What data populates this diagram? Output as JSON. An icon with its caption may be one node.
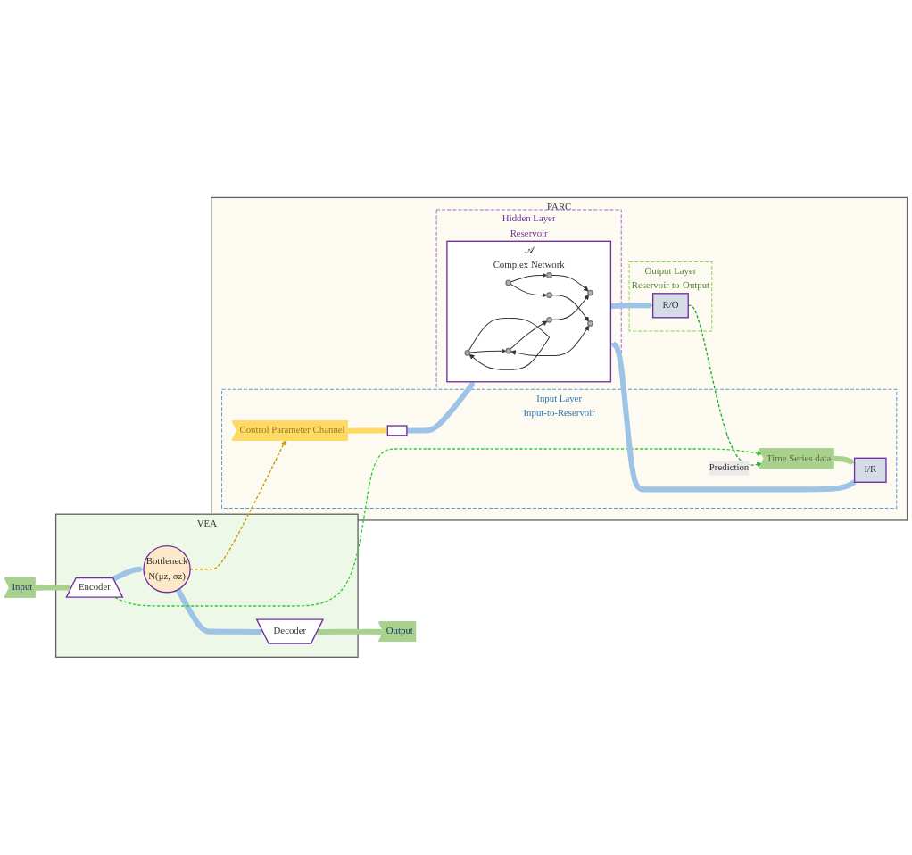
{
  "diagram": {
    "nodes": [
      {
        "text": [
          "VEA"
        ]
      },
      {
        "text": [
          "Input"
        ]
      },
      {
        "text": [
          "Encoder"
        ],
        "in": 0
      },
      {
        "text": [
          "Bottleneck",
          "N(μz, σz)"
        ],
        "in": 0
      },
      {
        "text": [
          "Decoder"
        ],
        "in": 0
      },
      {
        "text": [
          "Output"
        ]
      },
      {
        "text": [
          "PARC"
        ]
      },
      {
        "text": [
          "Input Layer",
          "Input-to-Reservoir"
        ],
        "in": 6
      },
      {
        "text": [
          "Control Parameter Channel"
        ],
        "in": 7
      },
      {
        "text": [],
        "shape": "box",
        "in": 7
      },
      {
        "text": [
          "Time Series data"
        ],
        "in": 7
      },
      {
        "text": [
          "I/R"
        ],
        "in": 7
      },
      {
        "text": [
          "Hidden Layer",
          "Reservoir"
        ],
        "in": 6
      },
      {
        "text": [
          "𝒜",
          "Complex Network"
        ],
        "in": 12
      },
      {
        "text": [],
        "shape": "circle",
        "in": 13
      },
      {
        "text": [],
        "shape": "circle",
        "in": 13
      },
      {
        "text": [],
        "shape": "circle",
        "in": 13
      },
      {
        "text": [],
        "shape": "circle",
        "in": 13
      },
      {
        "text": [],
        "shape": "circle",
        "in": 13
      },
      {
        "text": [],
        "shape": "circle",
        "in": 13
      },
      {
        "text": [],
        "shape": "circle",
        "in": 13
      },
      {
        "text": [],
        "shape": "circle",
        "in": 13
      },
      {
        "text": [
          "Output Layer",
          "Reservoir-to-Output"
        ],
        "in": 6
      },
      {
        "text": [
          "R/O"
        ],
        "in": 22
      }
    ],
    "edges": [
      {
        "from": 1,
        "to": 2,
        "arrow": "to",
        "style": "thick",
        "color": "#a9d18e"
      },
      {
        "from": 2,
        "to": 3,
        "arrow": "to",
        "style": "thick",
        "color": "#9dc3e6"
      },
      {
        "from": 3,
        "to": 4,
        "arrow": "to",
        "style": "thick",
        "color": "#9dc3e6"
      },
      {
        "from": 4,
        "to": 5,
        "arrow": "to",
        "style": "thick",
        "color": "#a9d18e"
      },
      {
        "from": 2,
        "to": 10,
        "arrow": "to",
        "style": "dashed",
        "color": "#33cc33"
      },
      {
        "from": 3,
        "to": 8,
        "arrow": "to",
        "style": "dashed",
        "color": "#cc9900"
      },
      {
        "from": 8,
        "to": 9,
        "arrow": "to",
        "style": "thick",
        "color": "#ffd966"
      },
      {
        "from": 10,
        "to": 11,
        "arrow": "to",
        "style": "thick",
        "color": "#a9d18e"
      },
      {
        "from": 9,
        "to": 13,
        "arrow": "to",
        "style": "thick",
        "color": "#9dc3e6"
      },
      {
        "from": 11,
        "to": 13,
        "arrow": "to",
        "style": "thick",
        "color": "#9dc3e6"
      },
      {
        "from": 15,
        "to": 16,
        "arrow": "to",
        "color": "#333333"
      },
      {
        "from": 16,
        "to": 14,
        "arrow": "to",
        "color": "#333333"
      },
      {
        "from": 18,
        "to": 14,
        "arrow": "to",
        "color": "#333333"
      },
      {
        "from": 17,
        "to": 17,
        "arrow": "to",
        "color": "#333333"
      },
      {
        "from": 15,
        "to": 19,
        "arrow": "to",
        "color": "#333333"
      },
      {
        "from": 17,
        "to": 20,
        "arrow": "to",
        "color": "#333333"
      },
      {
        "from": 19,
        "to": 21,
        "arrow": "to",
        "color": "#333333"
      },
      {
        "from": 20,
        "to": 18,
        "arrow": "to",
        "color": "#333333"
      },
      {
        "from": 20,
        "to": 21,
        "arrow": "both",
        "color": "#333333"
      },
      {
        "from": 13,
        "to": 23,
        "arrow": "to",
        "style": "thick",
        "color": "#9dc3e6"
      },
      {
        "from": 23,
        "to": 10,
        "arrow": "to",
        "label": "Prediction",
        "style": "dashed",
        "color": "#22aa33"
      }
    ]
  }
}
